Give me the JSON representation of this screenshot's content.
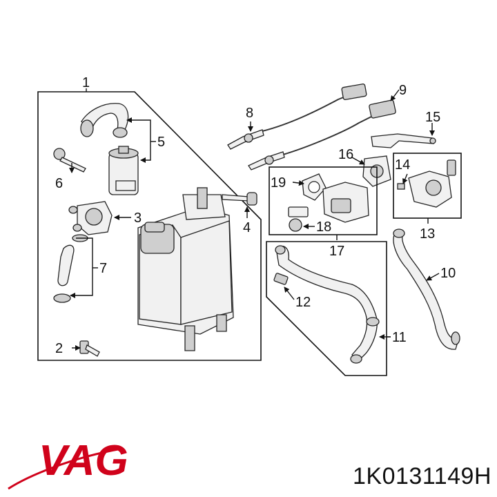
{
  "callouts": {
    "c1": "1",
    "c2": "2",
    "c3": "3",
    "c4": "4",
    "c5": "5",
    "c6": "6",
    "c7": "7",
    "c8": "8",
    "c9": "9",
    "c10": "10",
    "c11": "11",
    "c12": "12",
    "c13": "13",
    "c14": "14",
    "c15": "15",
    "c16": "16",
    "c17": "17",
    "c18": "18",
    "c19": "19"
  },
  "logo": {
    "text": "VAG",
    "color": "#d0021b",
    "icon": "vag-logo-icon"
  },
  "part_number": "1K0131149H"
}
